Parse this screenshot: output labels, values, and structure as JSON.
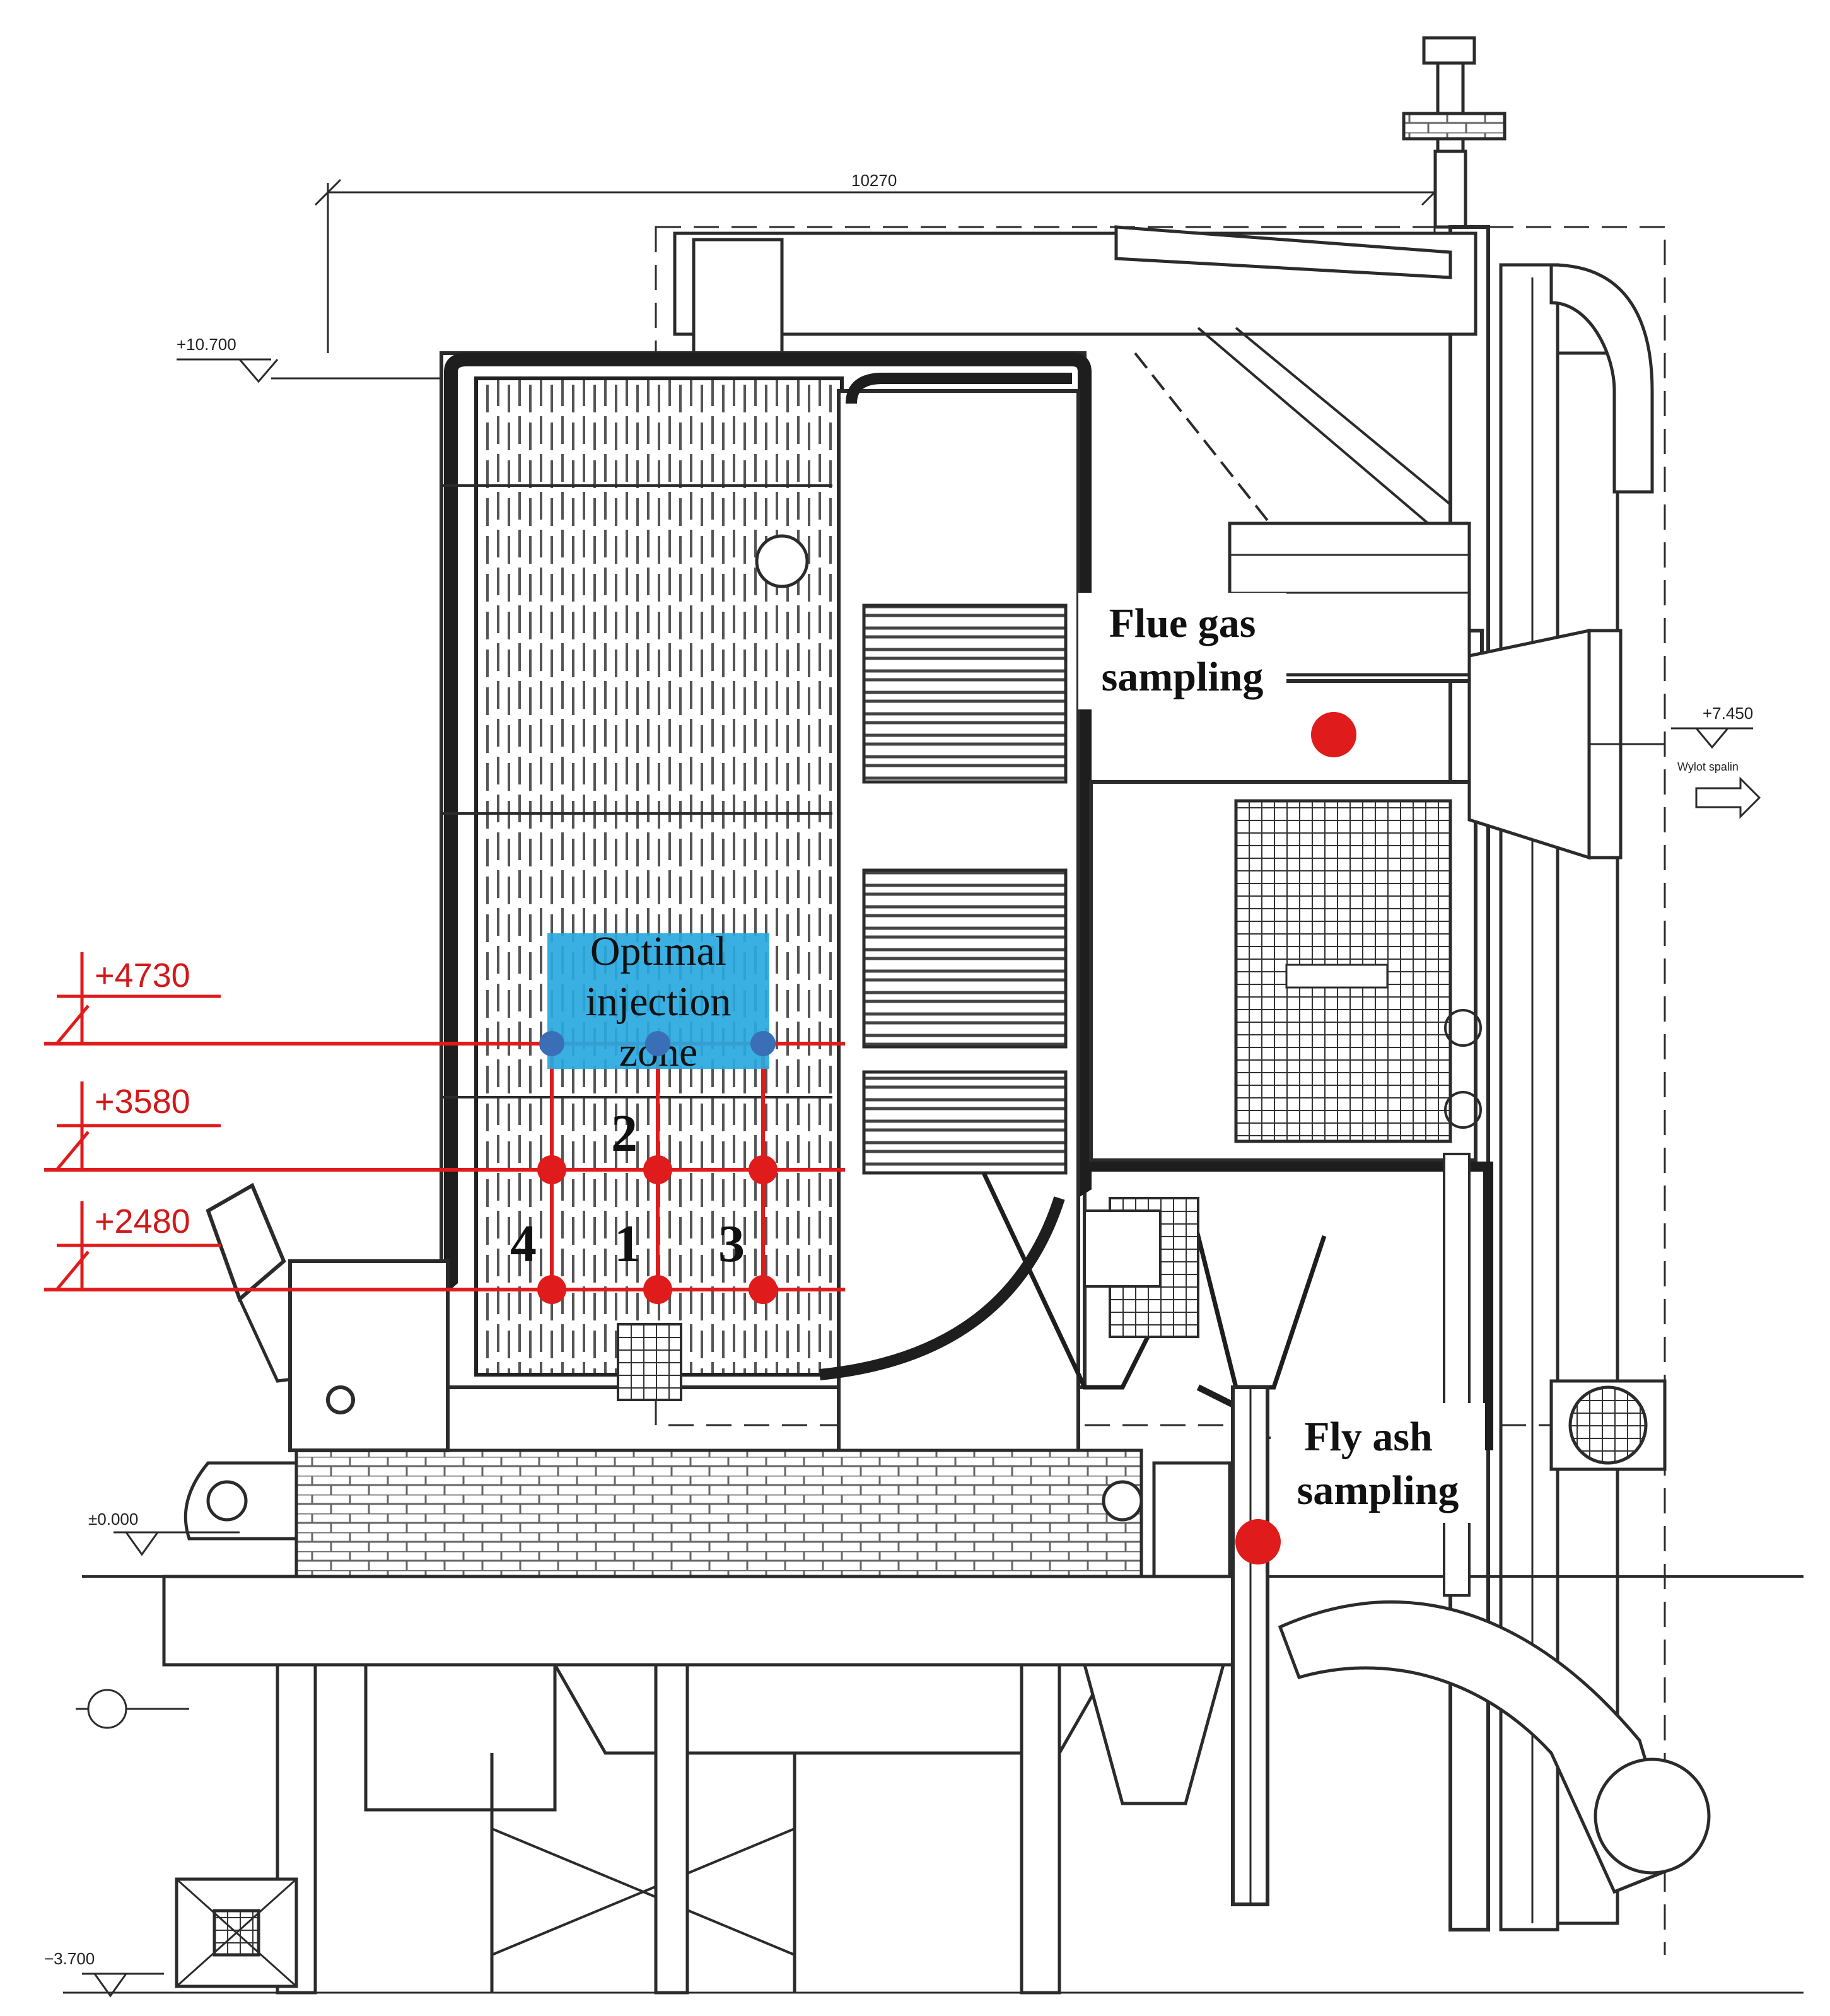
{
  "dimension_top": "10270",
  "levels_black": {
    "top": "+10.700",
    "outlet": "+7.450",
    "zero": "±0.000",
    "bottom": "−3.700"
  },
  "outlet_label": "Wylot spalin",
  "levels_red": [
    "+4730",
    "+3580",
    "+2480"
  ],
  "zones": [
    "2",
    "4",
    "1",
    "3"
  ],
  "injection_zone": {
    "line1": "Optimal",
    "line2": "injection",
    "line3": "zone",
    "color": "#29a8e0"
  },
  "flue_gas": {
    "line1": "Flue gas",
    "line2": "sampling"
  },
  "fly_ash": {
    "line1": "Fly ash",
    "line2": "sampling"
  },
  "colors": {
    "red": "#e01b1b",
    "drawing": "#2b2b2b"
  }
}
